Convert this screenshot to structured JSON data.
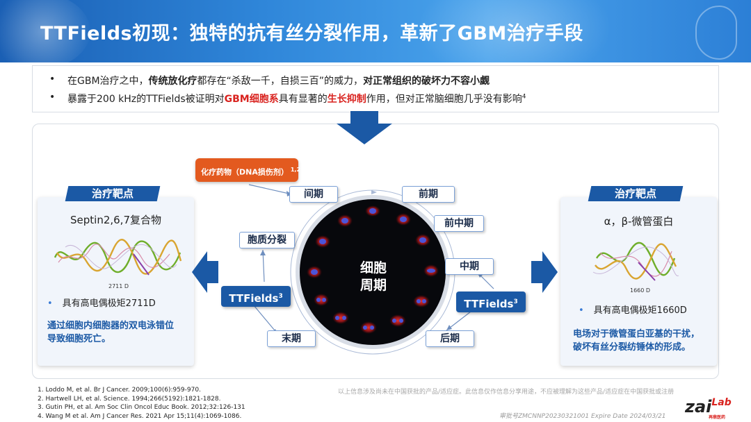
{
  "header": {
    "title": "TTFields初现：独特的抗有丝分裂作用，革新了GBM治疗手段"
  },
  "bullets": [
    {
      "marker": "•",
      "parts": [
        {
          "text": "在GBM治疗之中，",
          "style": "normal"
        },
        {
          "text": "传统放化疗",
          "style": "bold"
        },
        {
          "text": "都存在“杀敌一千，自损三百”的威力，",
          "style": "normal"
        },
        {
          "text": "对正常组织的破坏力不容小觑",
          "style": "bold"
        }
      ]
    },
    {
      "marker": "•",
      "parts": [
        {
          "text": "暴露于200 kHz的TTFields被证明对",
          "style": "normal"
        },
        {
          "text": "GBM细胞系",
          "style": "red"
        },
        {
          "text": "具有显著的",
          "style": "normal"
        },
        {
          "text": "生长抑制",
          "style": "red"
        },
        {
          "text": "作用，但对正常脑细胞几乎没有影响",
          "style": "normal"
        },
        {
          "text": "4",
          "style": "sup"
        }
      ]
    }
  ],
  "left_panel": {
    "tag": "治疗靶点",
    "name": "Septin2,6,7复合物",
    "molecule_label": "2711 D",
    "feature_marker": "•",
    "feature": "具有高电偶极矩2711D",
    "desc_line1": "通过细胞内细胞器的双电泳错位",
    "desc_line2": "导致细胞死亡。"
  },
  "right_panel": {
    "tag": "治疗靶点",
    "name": "α，β-微管蛋白",
    "molecule_label": "1660 D",
    "feature_marker": "•",
    "feature": "具有高电偶极矩1660D",
    "desc_line1": "电场对于微管蛋白亚基的干扰，",
    "desc_line2": "破坏有丝分裂纺锤体的形成。"
  },
  "cycle": {
    "chemo_label": "化疗药物（DNA损伤剂）",
    "chemo_sup": "1,2",
    "center_line1": "细胞",
    "center_line2": "周期",
    "phases": {
      "interphase": "间期",
      "prophase": "前期",
      "prometaphase": "前中期",
      "metaphase": "中期",
      "anaphase": "后期",
      "telophase": "末期",
      "cytokinesis": "胞质分裂"
    },
    "ttfields_label": "TTFields",
    "ttfields_sup": "3"
  },
  "colors": {
    "brand_blue": "#1b59a5",
    "accent_red": "#d9231f",
    "chemo_orange": "#e35a1f"
  },
  "footer": {
    "references": [
      "1. Loddo M, et al. Br J Cancer. 2009;100(6):959-970.",
      "2. Hartwell LH, et al. Science. 1994;266(5192):1821-1828.",
      "3. Gutin PH, et al. Am Soc Clin Oncol Educ Book. 2012;32:126-131",
      "4. Wang M et al.  Am J Cancer Res. 2021 Apr 15;11(4):1069-1086."
    ],
    "disclaimer": "以上信息涉及尚未在中国获批的产品/适应症。此信息仅作信息分享用途，不应被理解为这些产品/适应症在中国获批或注册",
    "approval": "审批号ZMCNNP20230321001 Expire Date 2024/03/21",
    "logo_main": "zai",
    "logo_lab": "Lab",
    "logo_cn": "再鼎医药"
  }
}
